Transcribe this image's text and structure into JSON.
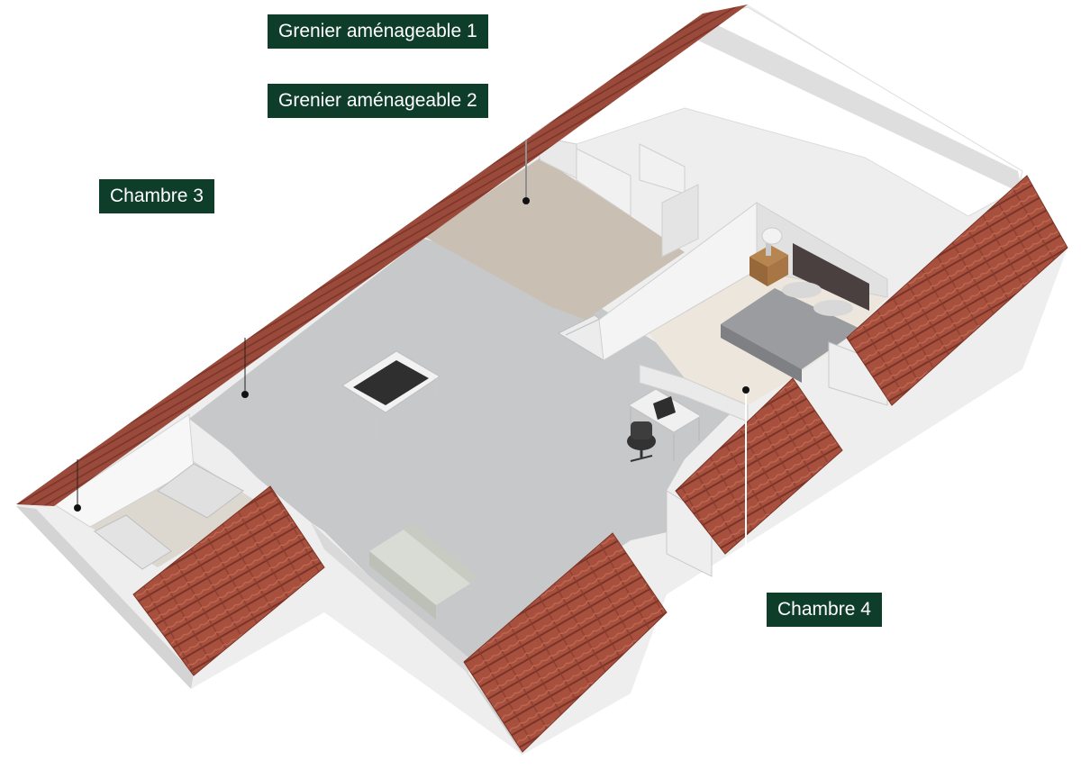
{
  "labels": {
    "grenier_1": "Grenier aménageable 1",
    "grenier_2": "Grenier aménageable 2",
    "chambre_3": "Chambre 3",
    "chambre_4": "Chambre 4"
  },
  "colors": {
    "label_bg": "#0e3d2a",
    "label_text": "#ffffff",
    "roof_tile": "#a8503e",
    "floor_grey": "#c7c8ca",
    "floor_beige": "#c9bfb2",
    "wall": "#e8e8e8"
  },
  "furniture": [
    "foosball-table",
    "sofa",
    "double-bed",
    "nightstand-lamp",
    "desk-laptop",
    "office-chair",
    "stairs"
  ]
}
